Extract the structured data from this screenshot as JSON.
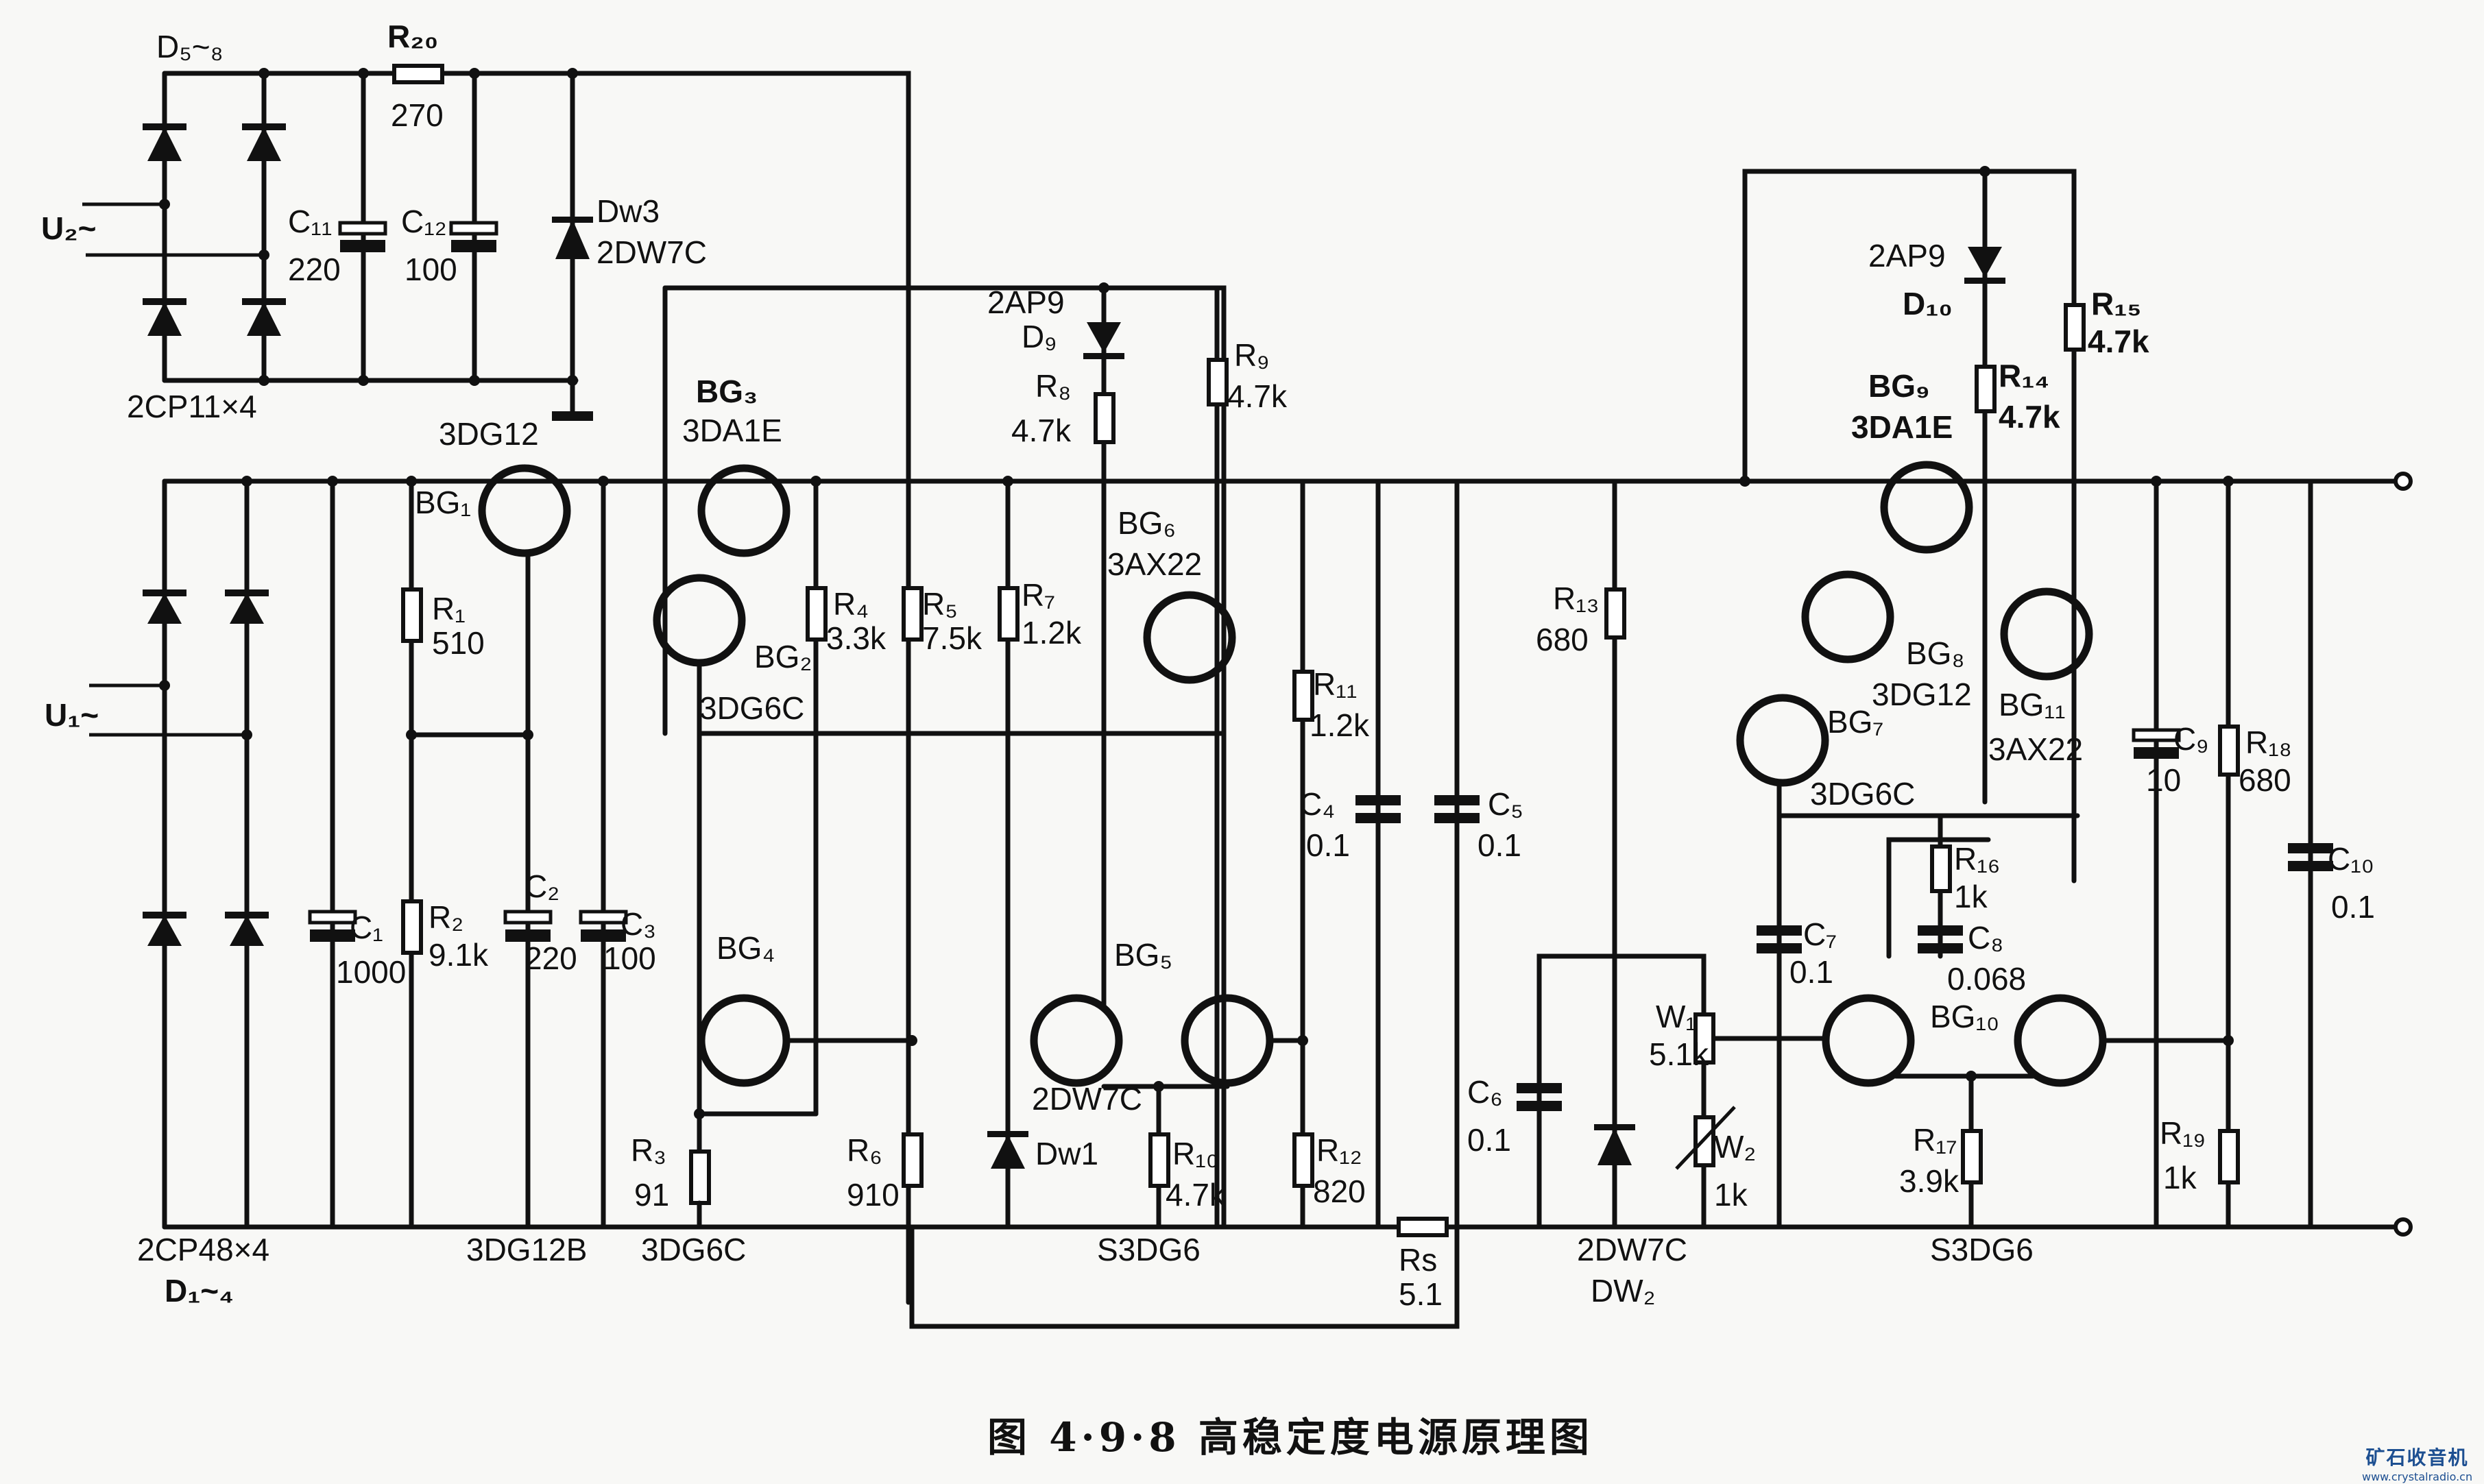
{
  "figure": {
    "caption": "图 4·9·8  高稳定度电源原理图",
    "watermark_title": "矿石收音机",
    "watermark_url": "www.crystalradio.cn"
  },
  "inputs": {
    "u1": "U₁~",
    "u2": "U₂~"
  },
  "components": {
    "d5_8": "D₅~₈",
    "bridge2_part": "2CP11×4",
    "r20": "R₂₀",
    "r20_val": "270",
    "c11": "C₁₁",
    "c11_val": "220",
    "c12": "C₁₂",
    "c12_val": "100",
    "dw3": "Dw3",
    "dw3_part": "2DW7C",
    "bg1_part_top": "3DG12",
    "bg1": "BG₁",
    "r1": "R₁",
    "r1_val": "510",
    "r2": "R₂",
    "r2_val": "9.1k",
    "c1": "C₁",
    "c1_val": "1000",
    "c2": "C₂",
    "c2_val": "220",
    "c3": "C₃",
    "c3_val": "100",
    "bridge1_part": "2CP48×4",
    "d1_4": "D₁~₄",
    "bg1_part_bottom": "3DG12B",
    "bg3": "BG₃",
    "bg3_part": "3DA1E",
    "bg2": "BG₂",
    "bg2_part": "3DG6C",
    "r4": "R₄",
    "r4_val": "3.3k",
    "r5": "R₅",
    "r5_val": "7.5k",
    "bg4": "BG₄",
    "r3": "R₃",
    "r3_val": "91",
    "bg4_part": "3DG6C",
    "r6": "R₆",
    "r6_val": "910",
    "d9_part": "2AP9",
    "d9": "D₉",
    "r8": "R₈",
    "r8_val": "4.7k",
    "r9": "R₉",
    "r9_val": "4.7k",
    "r7": "R₇",
    "r7_val": "1.2k",
    "bg6": "BG₆",
    "bg6_part": "3AX22",
    "bg5": "BG₅",
    "dw1_part": "2DW7C",
    "dw1": "Dw1",
    "r10": "R₁₀",
    "r10_val": "4.7k",
    "bg5_part": "S3DG6",
    "r11": "R₁₁",
    "r11_val": "1.2k",
    "r12": "R₁₂",
    "r12_val": "820",
    "c4": "C₄",
    "c4_val": "0.1",
    "c5": "C₅",
    "c5_val": "0.1",
    "rs": "Rs",
    "rs_val": "5.1",
    "r13": "R₁₃",
    "r13_val": "680",
    "c6": "C₆",
    "c6_val": "0.1",
    "w1": "W₁",
    "w1_val": "5.1k",
    "w2": "W₂",
    "w2_val": "1k",
    "dw2_part": "2DW7C",
    "dw2": "DW₂",
    "d10_part": "2AP9",
    "d10": "D₁₀",
    "r14": "R₁₄",
    "r14_val": "4.7k",
    "r15": "R₁₅",
    "r15_val": "4.7k",
    "bg9": "BG₉",
    "bg9_part": "3DA1E",
    "bg8": "BG₈",
    "bg8_part": "3DG12",
    "bg7": "BG₇",
    "bg7_part": "3DG6C",
    "bg11": "BG₁₁",
    "bg11_part": "3AX22",
    "r16": "R₁₆",
    "r16_val": "1k",
    "c7": "C₇",
    "c7_val": "0.1",
    "c8": "C₈",
    "c8_val": "0.068",
    "bg10": "BG₁₀",
    "r17": "R₁₇",
    "r17_val": "3.9k",
    "bg10_part": "S3DG6",
    "c9": "C₉",
    "c9_val": "10",
    "r18": "R₁₈",
    "r18_val": "680",
    "r19": "R₁₉",
    "r19_val": "1k",
    "c10": "C₁₀",
    "c10_val": "0.1"
  }
}
